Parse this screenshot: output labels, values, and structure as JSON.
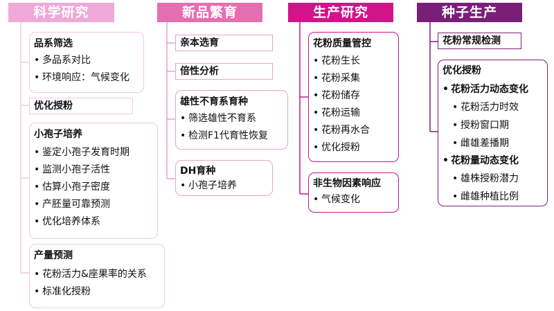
{
  "bullet": "•",
  "colors": {
    "col1_header": "#f0a8d8",
    "col1_border": "#f0c8e4",
    "col2_header": "#e36fb0",
    "col2_border": "#e0a6c8",
    "col3_header": "#d2138a",
    "col3_border": "#c8148a",
    "col4_header": "#7a1f78",
    "col4_border": "#7a1f78"
  },
  "col1": {
    "header": "科学研究",
    "box1": {
      "title": "品系筛选",
      "items": [
        "多品系对比",
        "环境响应：气候变化"
      ]
    },
    "plain1": "优化授粉",
    "box2": {
      "title": "小孢子培养",
      "items": [
        "鉴定小孢子发育时期",
        "监测小孢子活性",
        "估算小孢子密度",
        "产胚量可靠预测",
        "优化培养体系"
      ]
    },
    "box3": {
      "title": "产量预测",
      "items": [
        "花粉活力&座果率的关系",
        "标准化授粉"
      ]
    }
  },
  "col2": {
    "header": "新品繁育",
    "plain1": "亲本选育",
    "plain2": "倍性分析",
    "box1": {
      "title": "雄性不育系育种",
      "items": [
        "筛选雄性不育系",
        "检测F1代育性恢复"
      ]
    },
    "box2": {
      "title": "DH育种",
      "items": [
        "小孢子培养"
      ]
    }
  },
  "col3": {
    "header": "生产研究",
    "box1": {
      "title": "花粉质量管控",
      "items": [
        "花粉生长",
        "花粉采集",
        "花粉储存",
        "花粉运输",
        "花粉再水合",
        "优化授粉"
      ]
    },
    "box2": {
      "title": "非生物因素响应",
      "items": [
        "气候变化"
      ]
    }
  },
  "col4": {
    "header": "种子生产",
    "plain1": "花粉常规检测",
    "box1": {
      "title": "优化授粉",
      "sub1": {
        "title": "花粉活力动态变化",
        "items": [
          "花粉活力时效",
          "授粉窗口期",
          "雌雄差播期"
        ]
      },
      "sub2": {
        "title": "花粉量动态变化",
        "items": [
          "雄株授粉潜力",
          "雌雄种植比例"
        ]
      }
    }
  }
}
